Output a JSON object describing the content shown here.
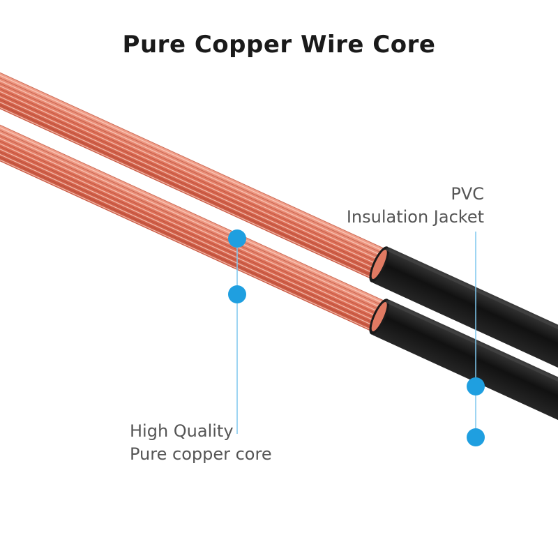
{
  "title": "Pure Copper Wire Core",
  "callouts": {
    "insulation": {
      "line1": "PVC",
      "line2": "Insulation Jacket"
    },
    "core": {
      "line1": "High Quality",
      "line2": "Pure copper core"
    }
  },
  "colors": {
    "copper": "#e0715a",
    "copper_dark": "#b34a35",
    "copper_light": "#f7b9a6",
    "jacket": "#1c1c1c",
    "marker": "#1f9fe0",
    "leader_line": "#7ec7ee",
    "text": "#555555",
    "title": "#1a1a1a"
  }
}
